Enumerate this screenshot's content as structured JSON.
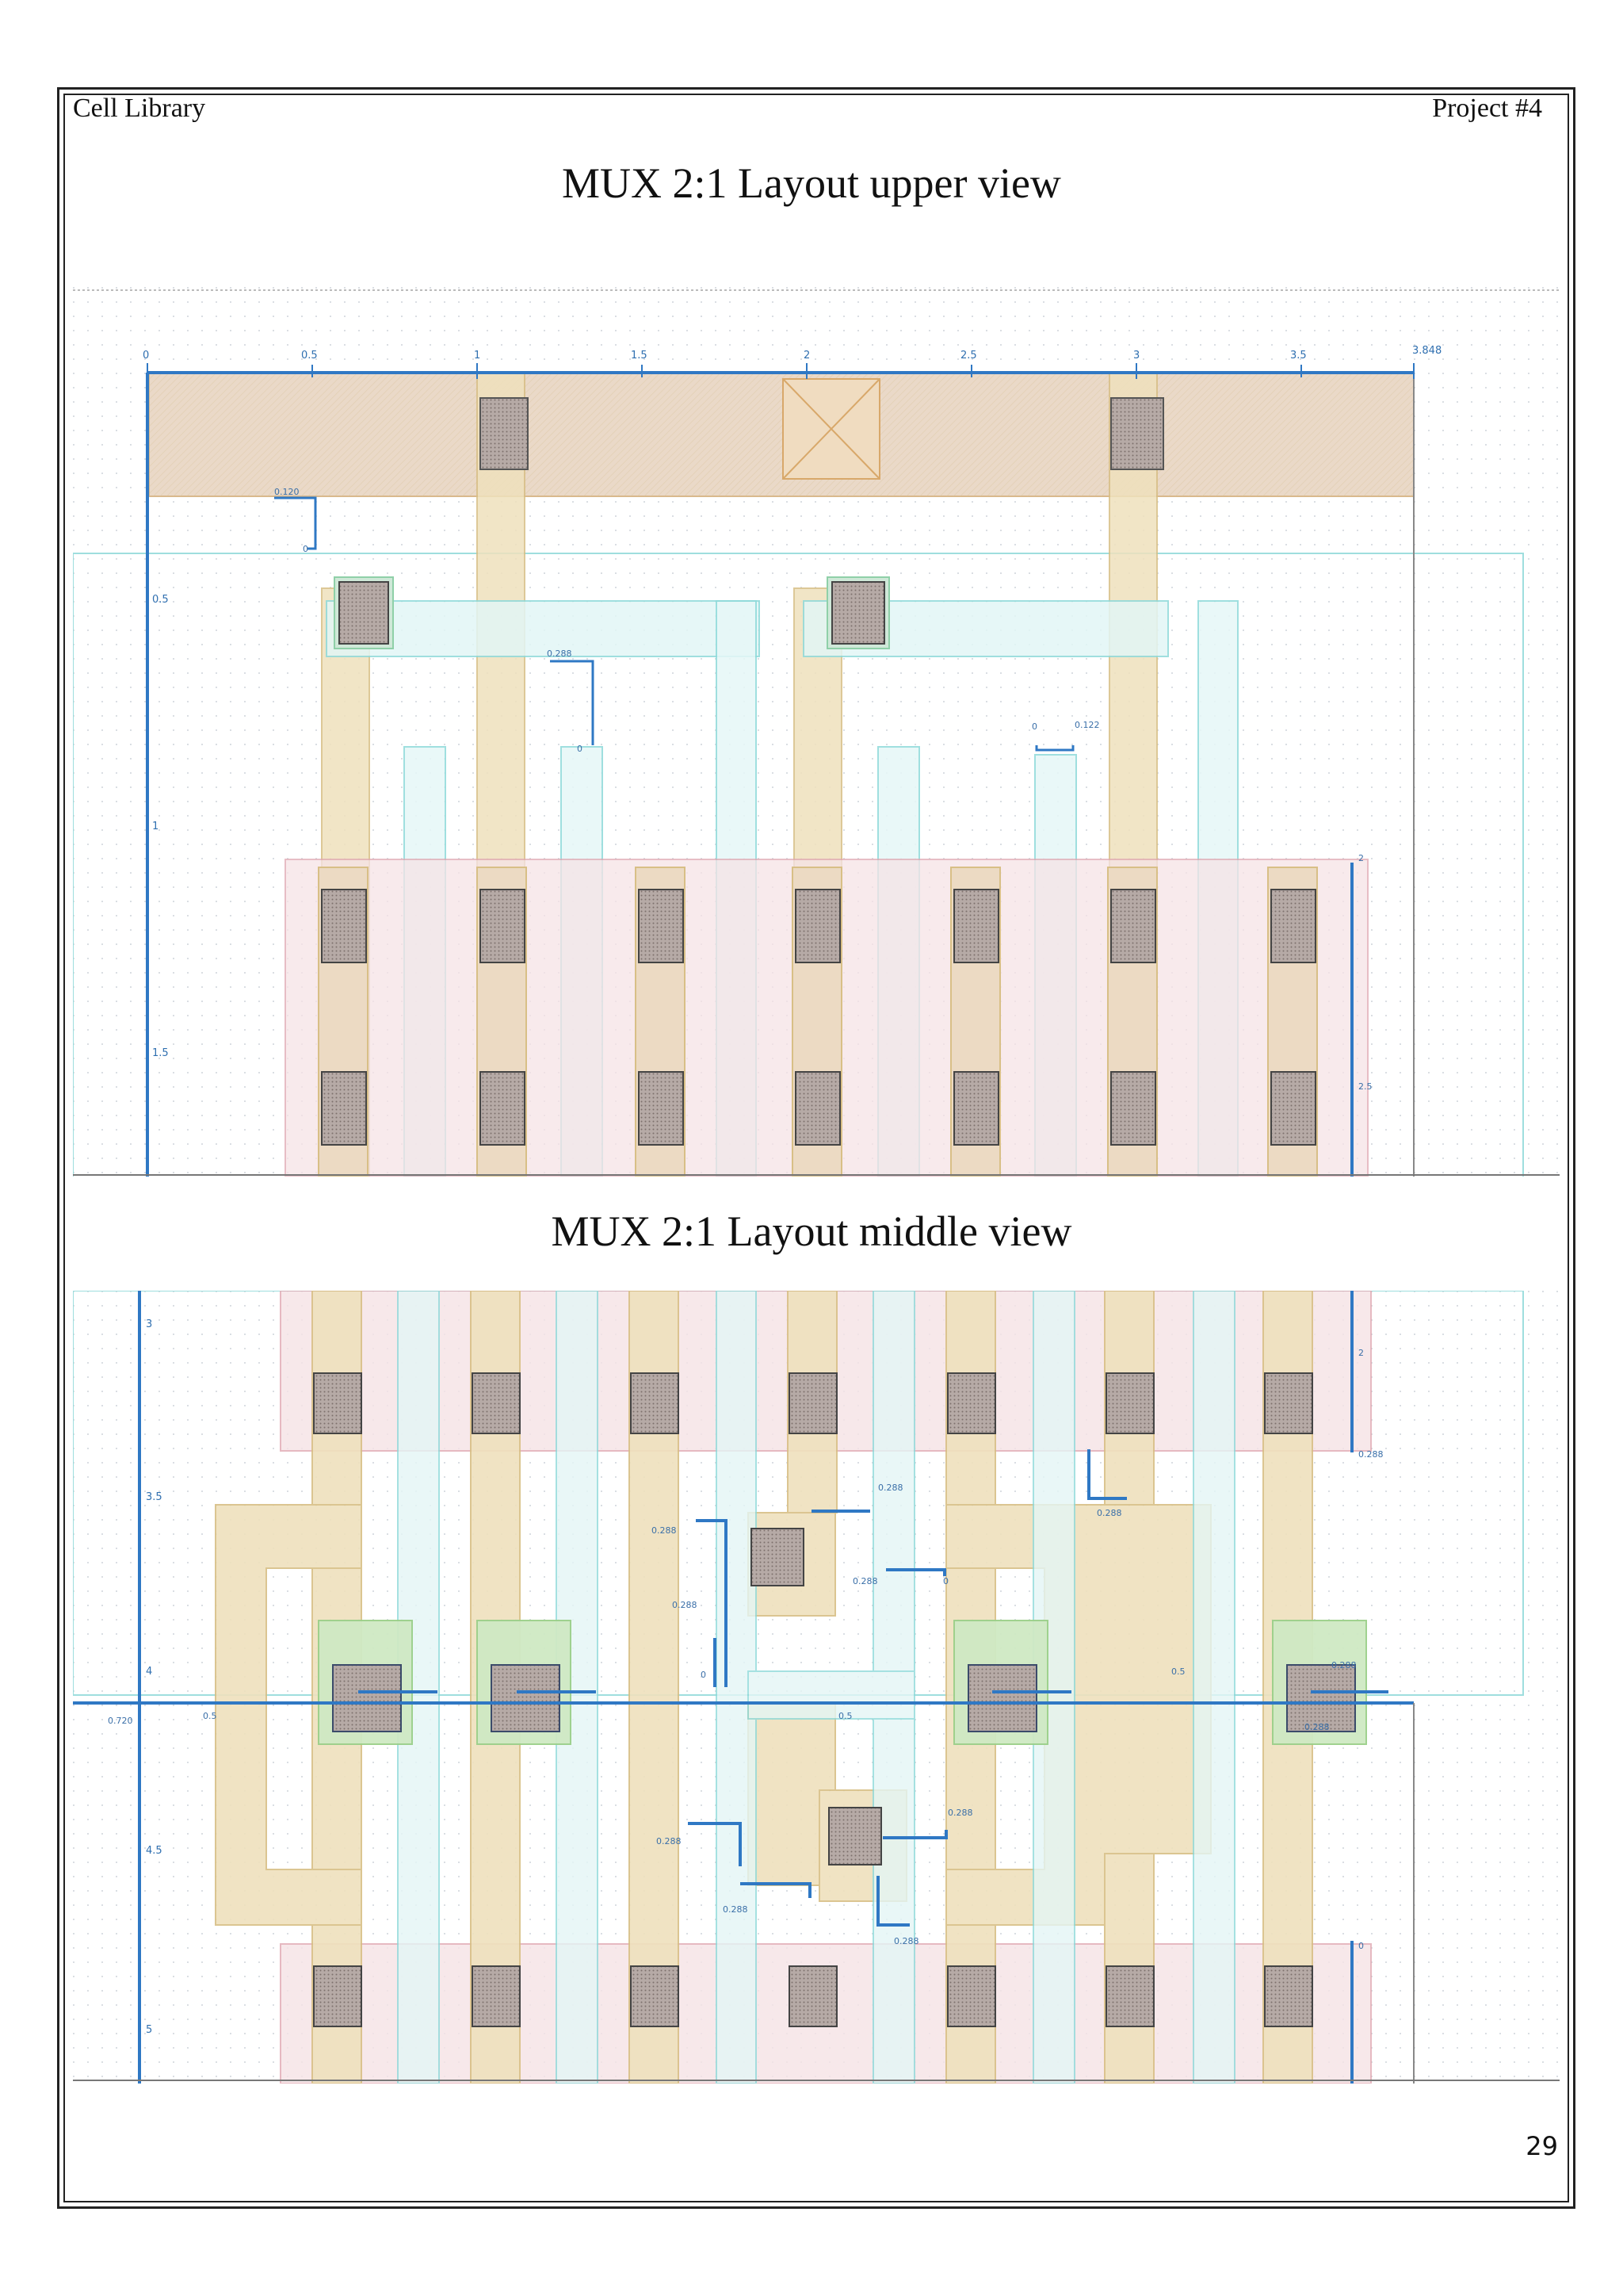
{
  "header": {
    "left": "Cell Library",
    "right": "Project #4"
  },
  "upper": {
    "title": "MUX 2:1 Layout upper view",
    "ruler_ticks": [
      "0",
      "0.5",
      "1",
      "1.5",
      "2",
      "2.5",
      "3",
      "3.5",
      "3.848"
    ],
    "v_ticks": [
      "0.5",
      "1",
      "1.5"
    ],
    "dims": [
      "0.120",
      "0",
      "0.288",
      "0",
      "0",
      "0.122",
      "2",
      "2.5"
    ]
  },
  "middle": {
    "title": "MUX 2:1 Layout middle view",
    "v_ticks": [
      "3",
      "3.5",
      "4",
      "4.5",
      "5"
    ],
    "dims": [
      "2",
      "0.288",
      "0.288",
      "0.288",
      "0",
      "0.288",
      "0.288",
      "0.288",
      "0",
      "0.5",
      "0.5",
      "0.5",
      "0.720",
      "0.288",
      "0.288",
      "0.288",
      "0.288",
      "0.288",
      "0.288",
      "0"
    ]
  },
  "page_number": "29"
}
